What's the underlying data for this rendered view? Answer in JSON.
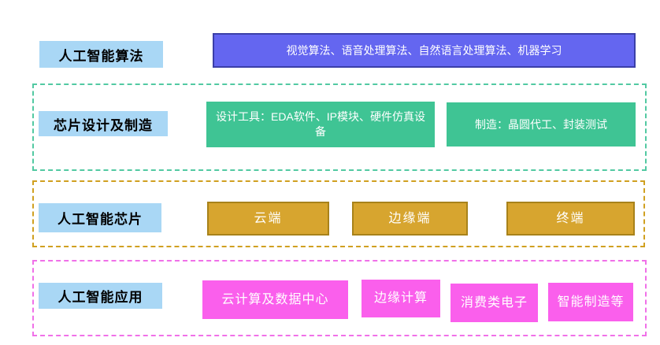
{
  "diagram": {
    "title": "AI industry stack diagram",
    "label_bg_color": "#A9D7F5",
    "rows": [
      {
        "label": "人工智能算法",
        "frame_color": "none",
        "item_color": "#6466F0",
        "item_border_color": "#3B3FA8",
        "items": [
          {
            "text": "视觉算法、语音处理算法、自然语言处理算法、机器学习"
          }
        ]
      },
      {
        "label": "芯片设计及制造",
        "frame_color": "#52C9A2",
        "item_color": "#3FC494",
        "item_border_color": "none",
        "items": [
          {
            "text": "设计工具：EDA软件、IP模块、硬件仿真设备"
          },
          {
            "text": "制造：晶圆代工、封装测试"
          }
        ]
      },
      {
        "label": "人工智能芯片",
        "frame_color": "#D0A020",
        "item_color": "#D7A52F",
        "item_border_color": "#A8821A",
        "items": [
          {
            "text": "云端"
          },
          {
            "text": "边缘端"
          },
          {
            "text": "终端"
          }
        ]
      },
      {
        "label": "人工智能应用",
        "frame_color": "#F070E8",
        "item_color": "#FA5FEC",
        "item_border_color": "none",
        "items": [
          {
            "text": "云计算及数据中心"
          },
          {
            "text": "边缘计算"
          },
          {
            "text": "消费类电子"
          },
          {
            "text": "智能制造等"
          }
        ]
      }
    ]
  }
}
